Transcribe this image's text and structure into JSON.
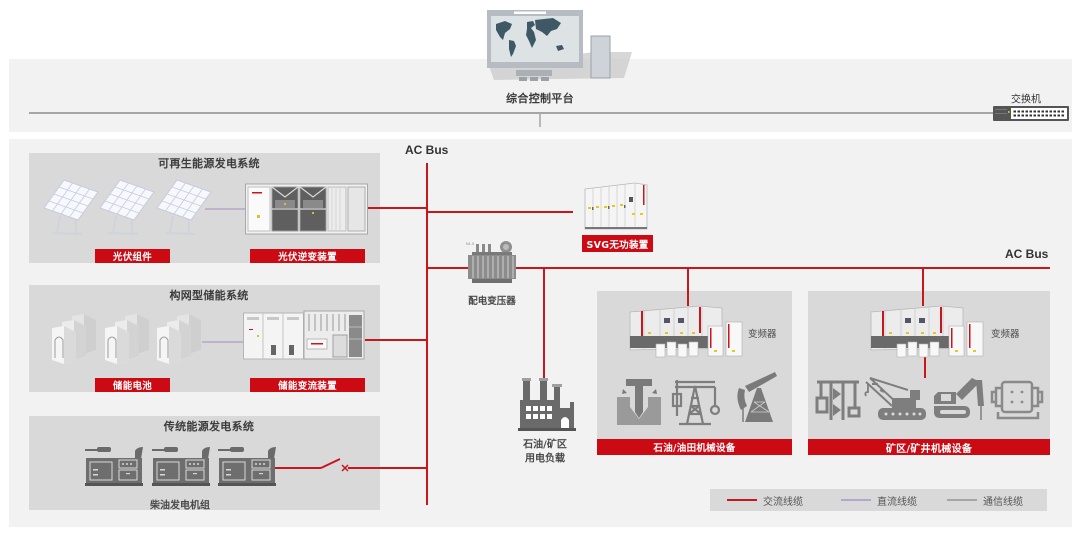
{
  "control": {
    "platform_label": "综合控制平台",
    "switch_label": "交换机"
  },
  "bus": {
    "main_label": "AC Bus",
    "right_label": "AC Bus"
  },
  "systems": {
    "renewable": {
      "title": "可再生能源发电系统",
      "pv_modules_label": "光伏组件",
      "pv_inverter_label": "光伏逆变装置"
    },
    "storage": {
      "title": "构网型储能系统",
      "battery_label": "储能电池",
      "pcs_label": "储能变流装置"
    },
    "traditional": {
      "title": "传统能源发电系统",
      "genset_label": "柴油发电机组"
    }
  },
  "svg_device_label": "SVG无功装置",
  "transformer_label": "配电变压器",
  "load": {
    "line1": "石油/矿区",
    "line2": "用电负载"
  },
  "oil_equipment": {
    "vfd_label": "变频器",
    "title": "石油/油田机械设备",
    "icons": [
      "pile-driver-icon",
      "pumping-derrick-icon",
      "oil-rig-icon"
    ]
  },
  "mining_equipment": {
    "vfd_label": "变频器",
    "title": "矿区/矿井机械设备",
    "icons": [
      "headframe-hoist-icon",
      "crawler-crane-icon",
      "excavator-icon",
      "ball-mill-icon"
    ]
  },
  "legend": {
    "items": [
      {
        "label": "交流线缆",
        "color": "#c8161d"
      },
      {
        "label": "直流线缆",
        "color": "#b5a6cc"
      },
      {
        "label": "通信线缆",
        "color": "#a6a6a6"
      }
    ]
  },
  "colors": {
    "ac": "#c8161d",
    "dc": "#b5a6cc",
    "comm": "#a6a6a6",
    "label_bg": "#cc0a14",
    "panel_bg": "#d9d9d9",
    "band_bg": "#f2f2f2"
  }
}
